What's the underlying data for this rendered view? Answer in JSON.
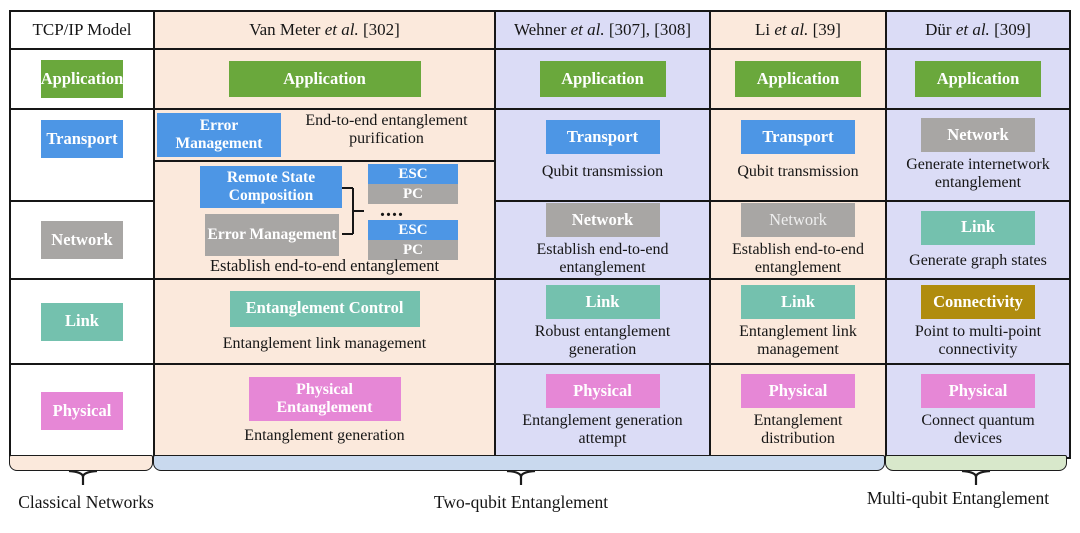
{
  "colors": {
    "application_green": "#6aa83c",
    "transport_blue": "#4d96e5",
    "network_gray": "#a8a6a4",
    "link_teal": "#74c1ae",
    "physical_pink": "#e687d6",
    "connectivity_gold": "#b08c0e",
    "peach_column_bg": "#fbe9dc",
    "lavender_column_bg": "#dbdcf6",
    "two_qubit_strip": "#c9d9ee",
    "multi_qubit_strip": "#d8e8cb",
    "classical_strip": "#fbe9dc"
  },
  "headers": {
    "tcpip": "TCP/IP Model",
    "vanmeter": {
      "name": "Van Meter",
      "etal": "et al.",
      "ref": "[302]"
    },
    "wehner": {
      "name": "Wehner",
      "etal": "et al.",
      "ref": "[307], [308]"
    },
    "li": {
      "name": "Li",
      "etal": "et al.",
      "ref": "[39]"
    },
    "dur": {
      "name": "Dür",
      "etal": "et al.",
      "ref": "[309]"
    }
  },
  "tcpip": {
    "application": "Application",
    "transport": "Transport",
    "network": "Network",
    "link": "Link",
    "physical": "Physical"
  },
  "vanmeter": {
    "application": "Application",
    "error_management_top": "Error Management",
    "purification_caption": "End-to-end entanglement purification",
    "remote_state_composition": "Remote State Composition",
    "error_management_bottom": "Error Management",
    "esc_top": "ESC",
    "pc_top": "PC",
    "dots": "....",
    "esc_bottom": "ESC",
    "pc_bottom": "PC",
    "network_caption": "Establish end-to-end entanglement",
    "link_box": "Entanglement Control",
    "link_caption": "Entanglement link management",
    "physical_box": "Physical Entanglement",
    "physical_caption": "Entanglement generation"
  },
  "wehner": {
    "application": "Application",
    "transport_box": "Transport",
    "transport_caption": "Qubit transmission",
    "network_box": "Network",
    "network_caption": "Establish end-to-end entanglement",
    "link_box": "Link",
    "link_caption": "Robust entanglement generation",
    "physical_box": "Physical",
    "physical_caption": "Entanglement generation attempt"
  },
  "li": {
    "application": "Application",
    "transport_box": "Transport",
    "transport_caption": "Qubit transmission",
    "network_box": "Network",
    "network_caption": "Establish end-to-end entanglement",
    "link_box": "Link",
    "link_caption": "Entanglement link management",
    "physical_box": "Physical",
    "physical_caption": "Entanglement distribution"
  },
  "dur": {
    "application": "Application",
    "network_box": "Network",
    "network_caption": "Generate internetwork entanglement",
    "link_box": "Link",
    "link_caption": "Generate graph states",
    "connectivity_box": "Connectivity",
    "connectivity_caption": "Point to multi-point connectivity",
    "physical_box": "Physical",
    "physical_caption": "Connect quantum devices"
  },
  "footer": {
    "classical": "Classical Networks",
    "two_qubit": "Two-qubit Entanglement",
    "multi_qubit": "Multi-qubit Entanglement"
  }
}
